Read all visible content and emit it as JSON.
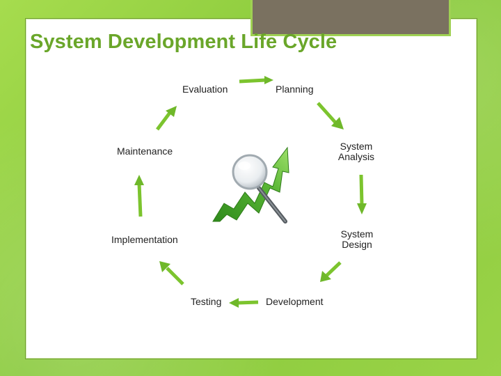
{
  "slide": {
    "title": "System Development Life Cycle"
  },
  "cycle": {
    "stages": {
      "evaluation": "Evaluation",
      "planning": "Planning",
      "system_analysis": "System Analysis",
      "system_design": "System Design",
      "development": "Development",
      "testing": "Testing",
      "implementation": "Implementation",
      "maintenance": "Maintenance"
    },
    "arrow_color": "#7cc42e",
    "center_icon": "growth-arrow-magnifier-icon"
  },
  "theme": {
    "background": "#8fcf3a",
    "title_color": "#6aa62a",
    "tab_color": "#7a7160"
  }
}
